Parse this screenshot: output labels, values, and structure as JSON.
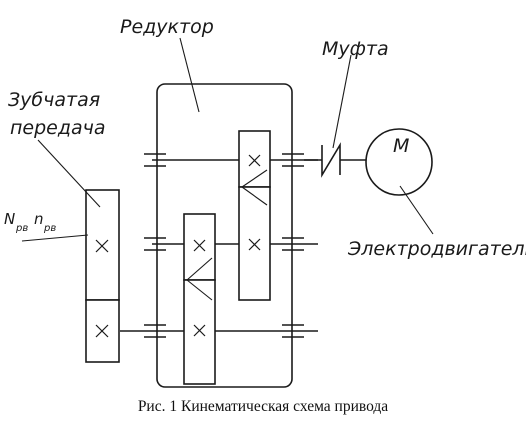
{
  "labels": {
    "reducer": "Редуктор",
    "gear_pair_line1": "Зубчатая",
    "gear_pair_line2": "передача",
    "coupling": "Муфта",
    "motor_symbol": "M",
    "motor": "Электродвигатель",
    "power": "N",
    "power_sub": "рв",
    "speed": "n",
    "speed_sub": "рв"
  },
  "caption": "Рис. 1 Кинематическая схема привода"
}
